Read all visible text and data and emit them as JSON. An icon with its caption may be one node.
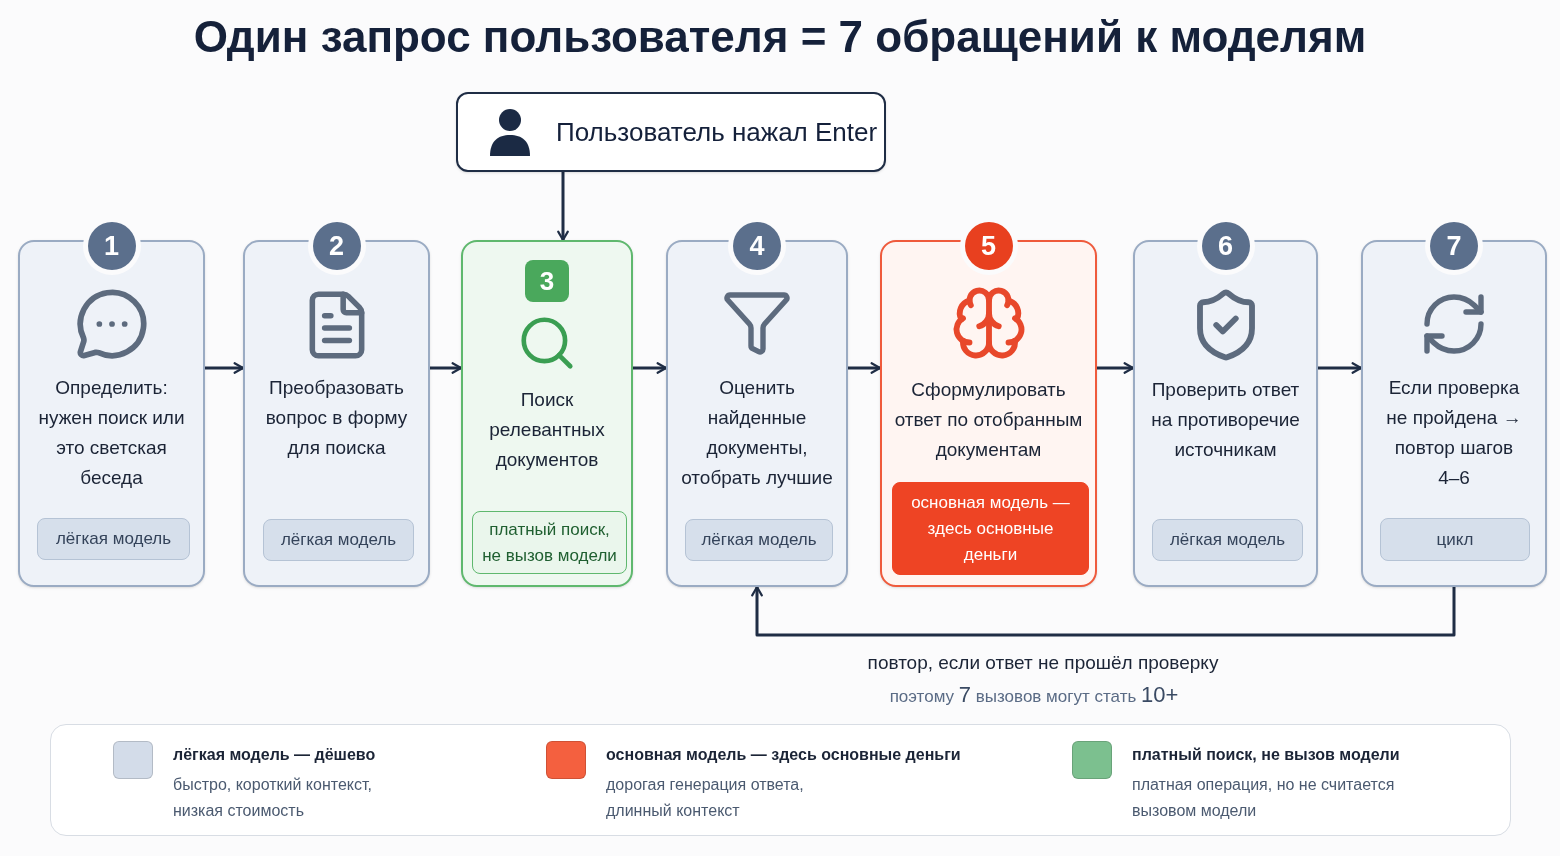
{
  "diagram": {
    "title": "Один запрос пользователя = 7 обращений к моделям",
    "nodes": [
      {
        "text": [
          "Пользователь нажал Enter"
        ]
      },
      {
        "text": [
          "1",
          "Определить: нужен поиск или это светская беседа"
        ]
      },
      {
        "text": [
          "лёгкая модель"
        ],
        "in": 1
      },
      {
        "text": [
          "2",
          "Преобразовать вопрос в форму для поиска"
        ]
      },
      {
        "text": [
          "лёгкая модель"
        ],
        "in": 3
      },
      {
        "text": [
          "3",
          "Поиск релевантных документов"
        ]
      },
      {
        "text": [
          "платный поиск, не вызов модели"
        ],
        "in": 5
      },
      {
        "text": [
          "4",
          "Оценить найденные документы, отобрать лучшие"
        ]
      },
      {
        "text": [
          "лёгкая модель"
        ],
        "in": 7
      },
      {
        "text": [
          "5",
          "Сформулировать ответ по отобранным документам"
        ]
      },
      {
        "text": [
          "основная модель — здесь основные деньги"
        ],
        "in": 9
      },
      {
        "text": [
          "6",
          "Проверить ответ на противоречие источникам"
        ]
      },
      {
        "text": [
          "лёгкая модель"
        ],
        "in": 11
      },
      {
        "text": [
          "7",
          "Если проверка не пройдена → повтор шагов 4–6"
        ]
      },
      {
        "text": [
          "цикл"
        ],
        "in": 13
      }
    ],
    "edges": [
      {
        "from": 0,
        "to": 5,
        "arrow": "to"
      },
      {
        "from": 1,
        "to": 3,
        "arrow": "to"
      },
      {
        "from": 3,
        "to": 5,
        "arrow": "to"
      },
      {
        "from": 5,
        "to": 7,
        "arrow": "to"
      },
      {
        "from": 7,
        "to": 9,
        "arrow": "to"
      },
      {
        "from": 9,
        "to": 11,
        "arrow": "to"
      },
      {
        "from": 11,
        "to": 13,
        "arrow": "to"
      },
      {
        "from": 13,
        "to": 7,
        "arrow": "to",
        "label": "повтор, если ответ не прошёл проверку"
      }
    ],
    "labels": [
      "поэтому **7** вызовов могут стать **10+**",
      "быстро, короткий контекст, низкая стоимость",
      "дорогая генерация ответа, длинный контекст",
      "платная операция, но не считается вызовом модели"
    ],
    "legend": [
      {
        "text": "лёгкая модель — дёшево",
        "color": "#d3dce9"
      },
      {
        "text": "основная модель — здесь основные деньги",
        "color": "#f4603f"
      },
      {
        "text": "платный поиск, не вызов модели",
        "color": "#7cc08f"
      }
    ]
  }
}
